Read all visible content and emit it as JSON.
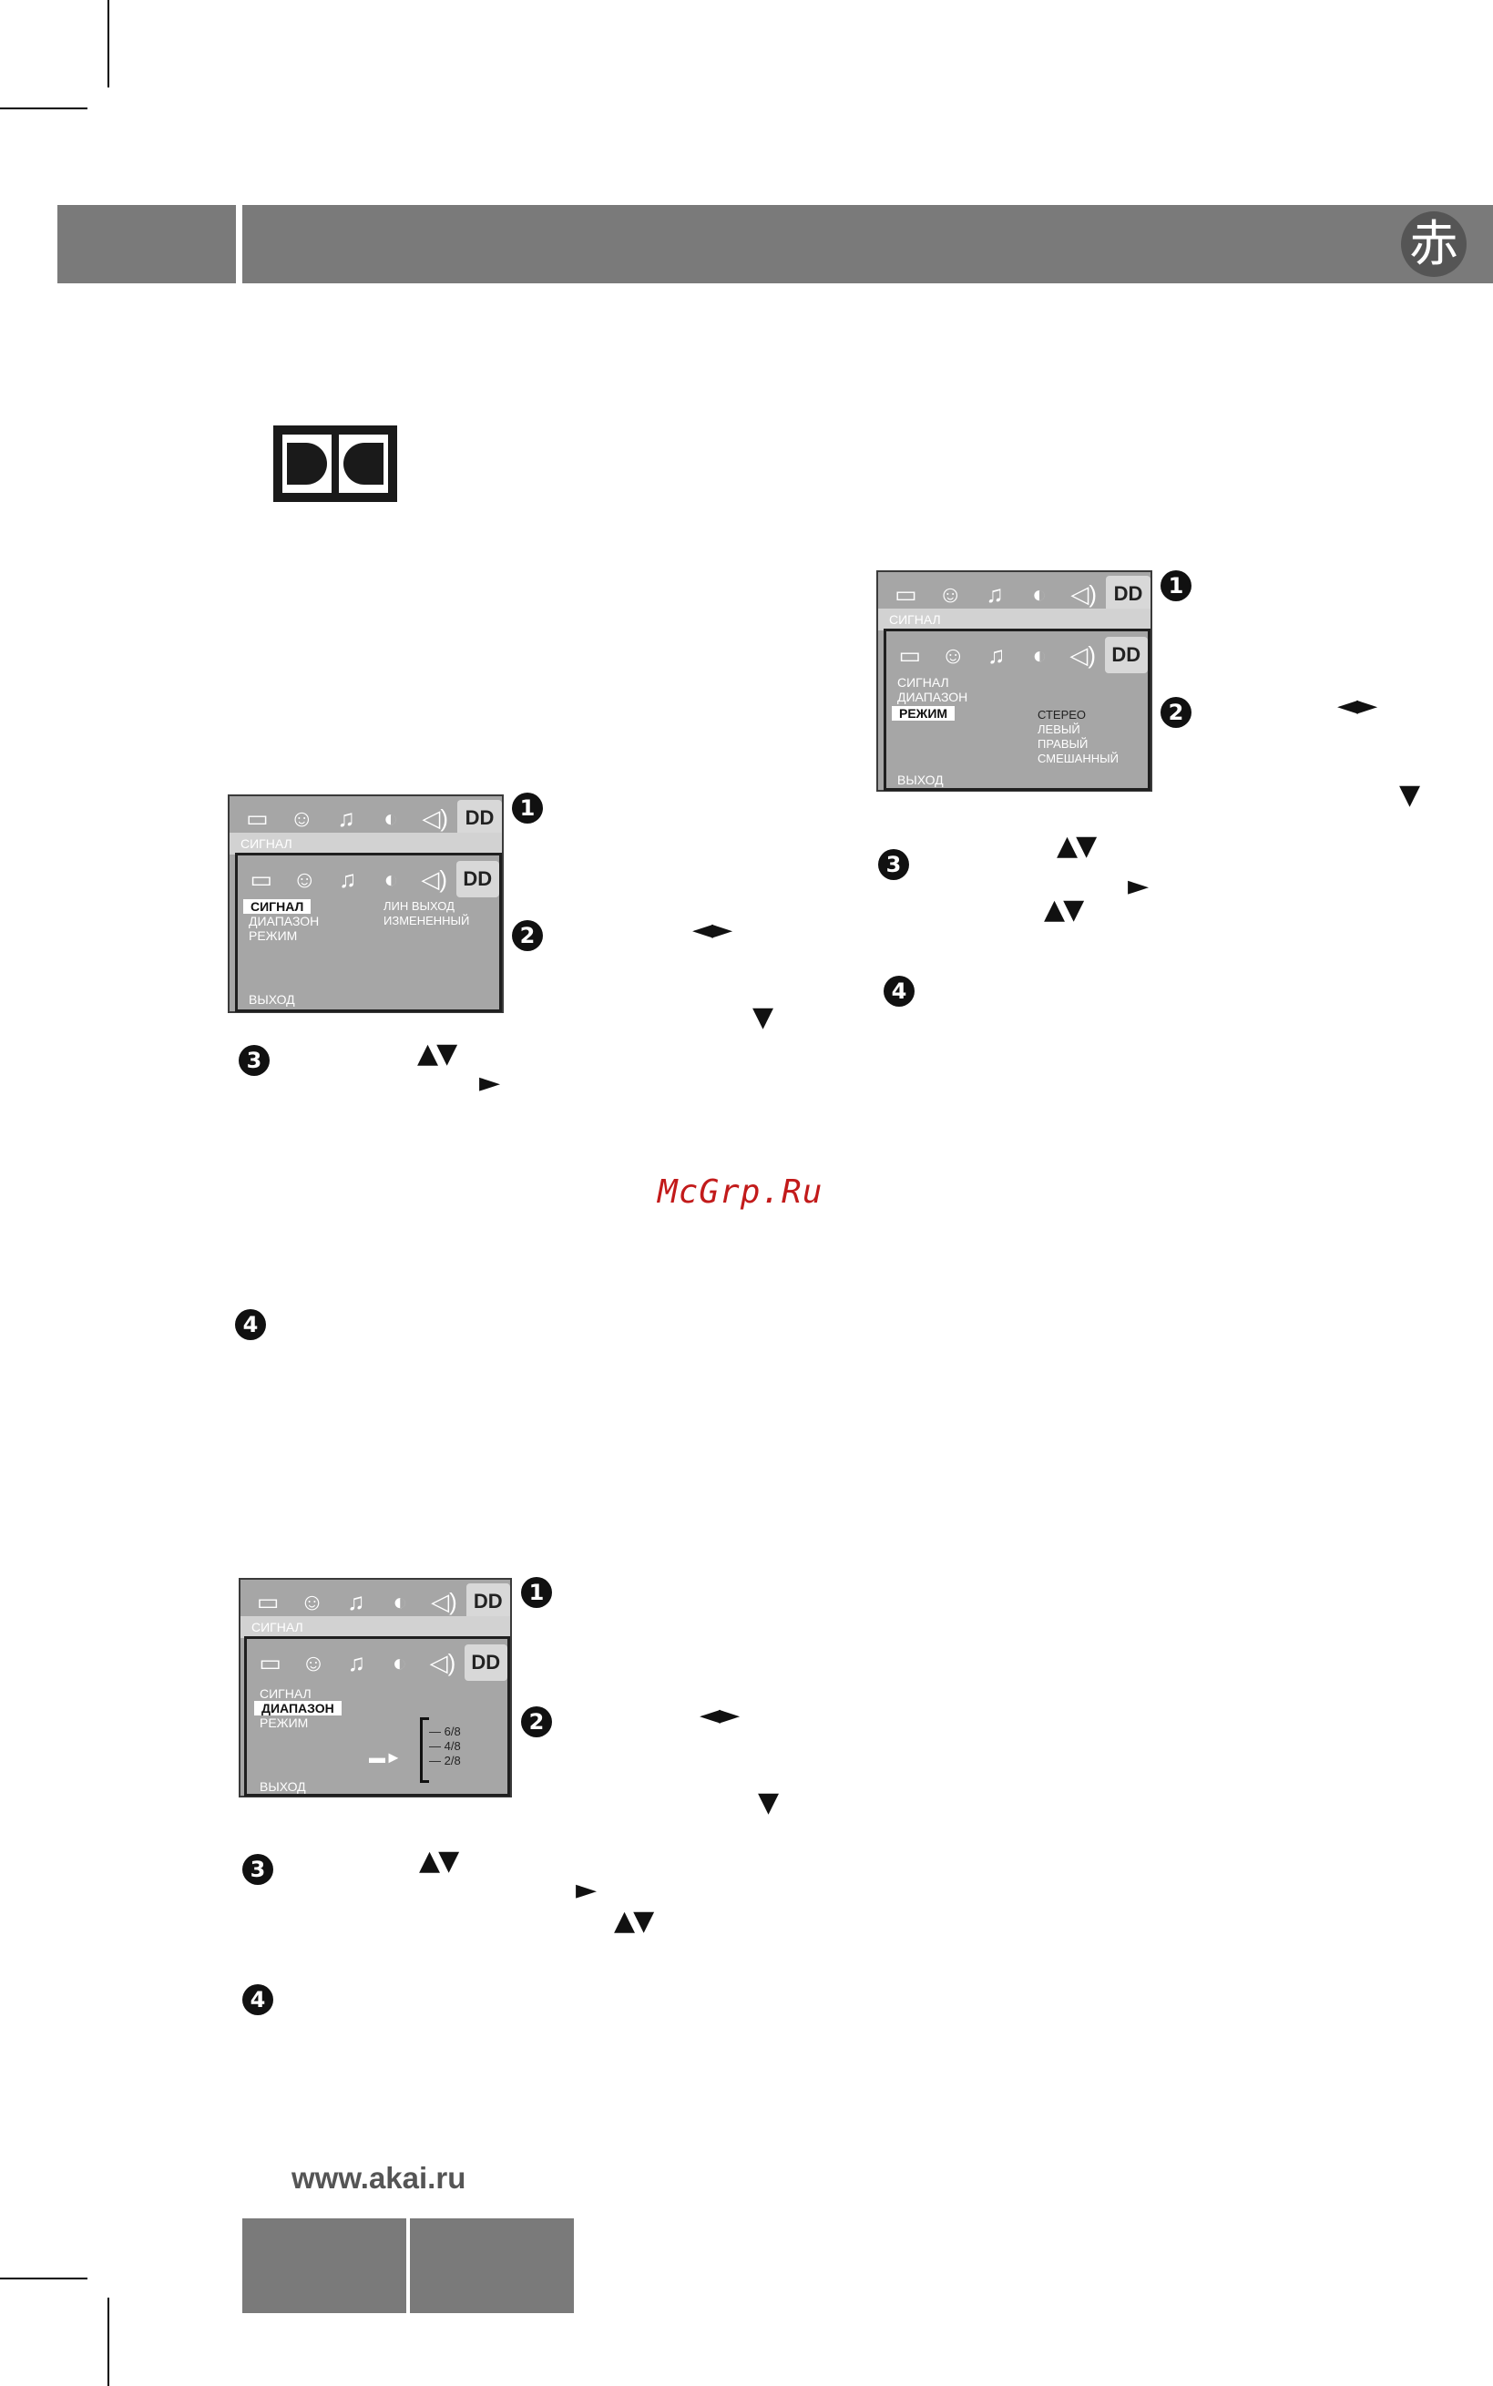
{
  "header": {
    "seal_char": "赤",
    "colors": {
      "bar": "#7a7a7a",
      "seal": "#555555"
    }
  },
  "dolby_logo": {
    "icon": "dolby-digital-logo"
  },
  "osd_tabs": [
    "monitor-icon",
    "language-icon",
    "audio-icon",
    "picture-icon",
    "speaker-icon",
    "dolby-icon"
  ],
  "menu1": {
    "band": "СИГНАЛ",
    "items": [
      "СИГНАЛ",
      "ДИАПАЗОН",
      "РЕЖИМ"
    ],
    "options": [
      "ЛИН ВЫХОД",
      "ИЗМЕНЕННЫЙ"
    ],
    "exit": "ВЫХОД"
  },
  "menu2": {
    "band": "СИГНАЛ",
    "items": [
      "СИГНАЛ",
      "ДИАПАЗОН",
      "РЕЖИМ"
    ],
    "options": [
      "СТЕРЕО",
      "ЛЕВЫЙ",
      "ПРАВЫЙ",
      "СМЕШАННЫЙ"
    ],
    "exit": "ВЫХОД"
  },
  "menu3": {
    "band": "СИГНАЛ",
    "items": [
      "СИГНАЛ",
      "ДИАПАЗОН",
      "РЕЖИМ"
    ],
    "levels": [
      "6/8",
      "4/8",
      "2/8"
    ],
    "exit": "ВЫХОД"
  },
  "steps": {
    "s1": "1",
    "s2": "2",
    "s3": "3",
    "s4": "4"
  },
  "arrows": {
    "left_right": "◄►",
    "up_down": "▲▼",
    "down": "▼",
    "right": "►"
  },
  "watermark": "McGrp.Ru",
  "footer": {
    "url": "www.akai.ru"
  }
}
